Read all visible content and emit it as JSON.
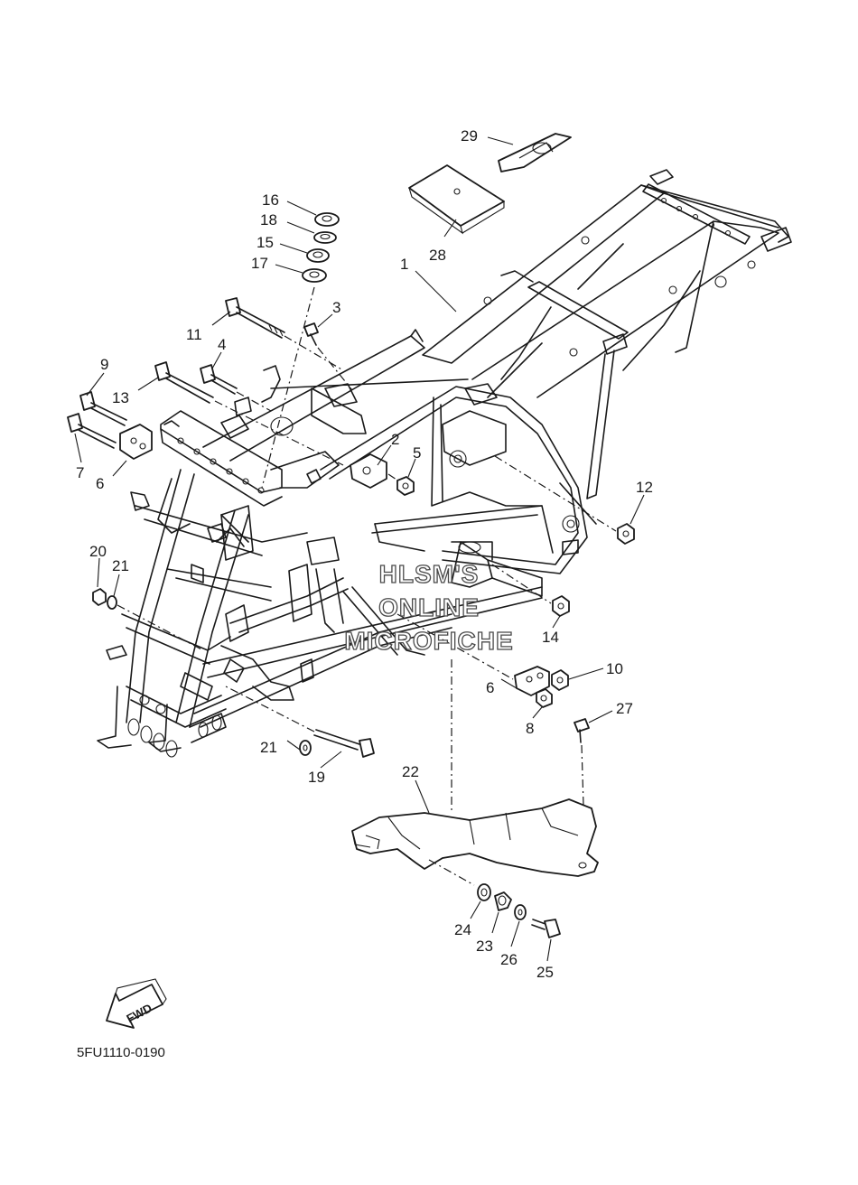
{
  "diagram": {
    "part_code": "5FU1110-0190",
    "fwd_label": "FWD",
    "watermark": [
      "HLSM'S",
      "ONLINE",
      "MICROFICHE"
    ],
    "callouts": [
      {
        "id": "c29",
        "label": "29"
      },
      {
        "id": "c28",
        "label": "28"
      },
      {
        "id": "c16",
        "label": "16"
      },
      {
        "id": "c18",
        "label": "18"
      },
      {
        "id": "c15",
        "label": "15"
      },
      {
        "id": "c17",
        "label": "17"
      },
      {
        "id": "c1",
        "label": "1"
      },
      {
        "id": "c3",
        "label": "3"
      },
      {
        "id": "c11",
        "label": "11"
      },
      {
        "id": "c4",
        "label": "4"
      },
      {
        "id": "c9",
        "label": "9"
      },
      {
        "id": "c13",
        "label": "13"
      },
      {
        "id": "c7",
        "label": "7"
      },
      {
        "id": "c6a",
        "label": "6"
      },
      {
        "id": "c2",
        "label": "2"
      },
      {
        "id": "c5",
        "label": "5"
      },
      {
        "id": "c12",
        "label": "12"
      },
      {
        "id": "c20",
        "label": "20"
      },
      {
        "id": "c21a",
        "label": "21"
      },
      {
        "id": "c14",
        "label": "14"
      },
      {
        "id": "c10",
        "label": "10"
      },
      {
        "id": "c6b",
        "label": "6"
      },
      {
        "id": "c8",
        "label": "8"
      },
      {
        "id": "c27",
        "label": "27"
      },
      {
        "id": "c21b",
        "label": "21"
      },
      {
        "id": "c19",
        "label": "19"
      },
      {
        "id": "c22",
        "label": "22"
      },
      {
        "id": "c24",
        "label": "24"
      },
      {
        "id": "c23",
        "label": "23"
      },
      {
        "id": "c26",
        "label": "26"
      },
      {
        "id": "c25",
        "label": "25"
      }
    ]
  }
}
